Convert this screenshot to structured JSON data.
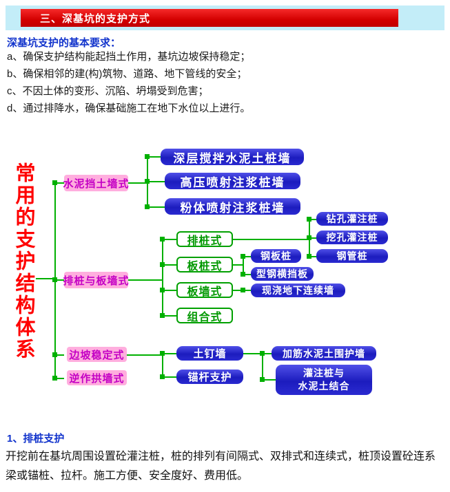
{
  "banner": {
    "title": "三、深基坑的支护方式"
  },
  "intro": {
    "heading": "深基坑支护的基本要求：",
    "items": [
      "a、确保支护结构能起挡土作用，基坑边坡保持稳定；",
      "b、确保相邻的建(构)筑物、道路、地下管线的安全；",
      "c、不因土体的变形、沉陷、坍塌受到危害；",
      "d、通过排降水，确保基础施工在地下水位以上进行。"
    ]
  },
  "diagram": {
    "root": "常用的支护结构体系",
    "cement_wall": {
      "label": "水泥挡土墙式",
      "children": [
        "深层搅拌水泥土桩墙",
        "高压喷射注浆桩墙",
        "粉体喷射注浆桩墙"
      ]
    },
    "pile_panel_wall": {
      "label": "排桩与板墙式"
    },
    "row_pile": {
      "label": "排桩式",
      "children": [
        "钻孔灌注桩",
        "挖孔灌注桩",
        "钢管桩"
      ]
    },
    "sheet_pile": {
      "label": "板桩式",
      "children": [
        "钢板桩",
        "型钢横挡板"
      ]
    },
    "panel_wall": {
      "label": "板墙式",
      "children": [
        "现浇地下连续墙"
      ]
    },
    "combined": {
      "label": "组合式"
    },
    "slope_stable": {
      "label": "边坡稳定式",
      "children": [
        "土钉墙",
        "锚杆支护"
      ]
    },
    "soil_nail_children": [
      "加筋水泥土围护墙",
      "灌注桩与\n水泥土结合"
    ],
    "reverse_arch": {
      "label": "逆作拱墙式"
    }
  },
  "section": {
    "heading": "1、排桩支护",
    "body": "开挖前在基坑周围设置砼灌注桩，桩的排列有间隔式、双排式和连续式，桩顶设置砼连系梁或锚桩、拉杆。施工方便、安全度好、费用低。"
  },
  "colors": {
    "banner_bg": "#c3edf8",
    "title_bg": "#d40000",
    "heading_blue": "#1133cc",
    "node_blue": "#2222cc",
    "node_pink_bg": "#ffaede",
    "node_pink_text": "#c400c4",
    "node_green": "#00a000",
    "root_red": "#ff0000",
    "connector_green": "#00b000"
  }
}
